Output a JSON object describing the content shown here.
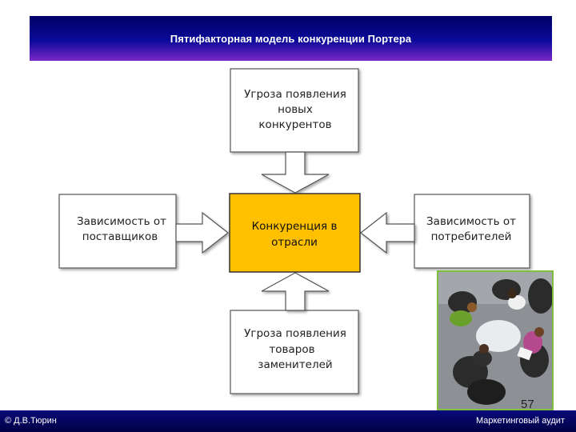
{
  "header": {
    "title": "Пятифакторная модель конкуренции Портера"
  },
  "diagram": {
    "top": [
      "Угроза появления",
      "новых",
      "конкурентов"
    ],
    "left": [
      "Зависимость от",
      "поставщиков"
    ],
    "center": [
      "Конкуренция в",
      "отрасли"
    ],
    "right": [
      "Зависимость от",
      "потребителей"
    ],
    "bottom": [
      "Угроза появления",
      "товаров",
      "заменителей"
    ],
    "colors": {
      "center_fill": "#ffc000",
      "arrow_fill": "#ffffff",
      "box_border": "#555555"
    }
  },
  "photo": {
    "icon": "meeting-photo"
  },
  "page_number": "57",
  "footer": {
    "author": "© Д.В.Тюрин",
    "course": "Маркетинговый аудит"
  }
}
